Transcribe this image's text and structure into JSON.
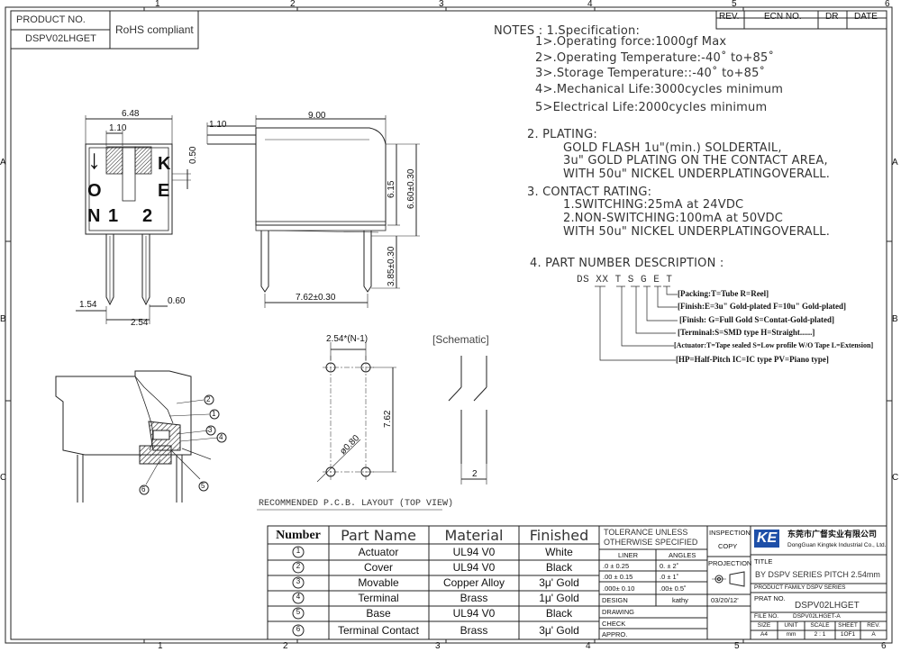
{
  "border": {
    "top_numbers": [
      "1",
      "2",
      "3",
      "4",
      "5",
      "6"
    ],
    "bottom_numbers": [
      "1",
      "2",
      "3",
      "4",
      "5",
      "6"
    ],
    "side_letters": [
      "A",
      "B",
      "C"
    ]
  },
  "title_block_top_left": {
    "product_label": "PRODUCT    NO.",
    "product_no": "DSPV02LHGET",
    "rohs": "RoHS compliant"
  },
  "revision_table": {
    "headers": [
      "REV.",
      "ECN NO.",
      "DR",
      "DATE"
    ]
  },
  "notes": {
    "header": "NOTES : 1.Specification:",
    "spec": [
      "1>.Operating force:1000gf Max",
      "2>.Operating Temperature:-40˚ to+85˚",
      "3>.Storage Temperature::-40˚ to+85˚",
      "4>.Mechanical Life:3000cycles minimum",
      "5>Electrical Life:2000cycles minimum"
    ],
    "plating_title": "2. PLATING:",
    "plating": [
      "GOLD FLASH 1u\"(min.) SOLDERTAIL,",
      "3u\" GOLD PLATING  ON THE CONTACT AREA,",
      "WITH 50u\" NICKEL UNDERPLATINGOVERALL."
    ],
    "contact_title": "3. CONTACT RATING:",
    "contact": [
      "1.SWITCHING:25mA at 24VDC",
      "2.NON-SWITCHING:100mA at 50VDC",
      "WITH 50u\" NICKEL UNDERPLATINGOVERALL."
    ],
    "part_number_title": "4. PART NUMBER DESCRIPTION :",
    "part_code": "DS XX  T  S G E T",
    "part_desc": [
      "[Packing:T=Tube R=Reel]",
      "[Finish:E=3u\" Gold-plated F=10u\" Gold-plated]",
      "[Finish: G=Full Gold S=Contat-Gold-plated]",
      "[Terminal:S=SMD type  H=Straight......]",
      "[Actuator:T=Tape sealed S=Low profile W/O Tape L=Extension]",
      "[HP=Half-Pitch IC=IC type PV=Piano type]"
    ]
  },
  "front_view": {
    "dims": [
      "6.48",
      "1.10",
      "0.50",
      "1.54",
      "0.60",
      "2.54"
    ],
    "markings": {
      "arrow": "↓",
      "o": "O",
      "n": "N",
      "k": "K",
      "e": "E",
      "num1": "1",
      "num2": "2"
    }
  },
  "side_view": {
    "dims": [
      "1.10",
      "9.00",
      "6.15",
      "6.60±0.30",
      "3.85±0.30",
      "7.62±0.30"
    ]
  },
  "pcb_layout": {
    "dims": [
      "2.54*(N-1)",
      "7.62",
      "ø0.80"
    ],
    "caption": "RECOMMENDED P.C.B. LAYOUT (TOP VIEW)"
  },
  "schematic": {
    "label": "[Schematic]",
    "dim": "2"
  },
  "section_view": {
    "callouts": [
      "2",
      "1",
      "3",
      "4",
      "6",
      "5"
    ]
  },
  "parts_table": {
    "headers": [
      "Number",
      "Part Name",
      "Material",
      "Finished"
    ],
    "rows": [
      {
        "num": "1",
        "name": "Actuator",
        "material": "UL94 V0",
        "finish": "White"
      },
      {
        "num": "2",
        "name": "Cover",
        "material": "UL94 V0",
        "finish": "Black"
      },
      {
        "num": "3",
        "name": "Movable",
        "material": "Copper Alloy",
        "finish": "3μ' Gold"
      },
      {
        "num": "4",
        "name": "Terminal",
        "material": "Brass",
        "finish": "1μ' Gold"
      },
      {
        "num": "5",
        "name": "Base",
        "material": "UL94 V0",
        "finish": "Black"
      },
      {
        "num": "6",
        "name": "Terminal Contact",
        "material": "Brass",
        "finish": "3μ' Gold"
      }
    ]
  },
  "tolerance_block": {
    "title1": "TOLERANCE  UNLESS",
    "title2": "OTHERWISE  SPECIFIED",
    "liner": "LINER",
    "angles": "ANGLES",
    "liner_rows": [
      ".0   ±   0.25",
      ".00  ±   0.15",
      ".000±   0.10"
    ],
    "angle_rows": [
      "0.  ±    2˚",
      ".0  ±    1˚",
      ".00±    0.5˚"
    ],
    "design": "DESIGN",
    "drawing": "DRAWING",
    "check": "CHECK",
    "appro": "APPRO.",
    "designer": "kathy",
    "date": "03/20/12'"
  },
  "inspection_block": {
    "inspection": "INSPECTION",
    "copy": "COPY",
    "projection": "PROJECTION"
  },
  "company_block": {
    "logo": "KE",
    "name_cn": "东莞市广督实业有限公司",
    "name_en": "DongGuan Kingtek Industrial Co., Ltd.",
    "title_label": "TITLE",
    "title": "BY DSPV SERIES PITCH 2.54mm",
    "family": "PRODUCT  FAMILY  DSPV  SERIES",
    "prat_label": "PRAT  NO.",
    "prat_no": "DSPV02LHGET",
    "file_label": "FILE  NO.",
    "file_no": "DSPV02LHGET-A",
    "size_headers": [
      "SIZE",
      "UNIT",
      "SCALE",
      "SHEET",
      "REV."
    ],
    "size_values": [
      "A4",
      "mm",
      "2 : 1",
      "1OF1",
      "A"
    ]
  },
  "colors": {
    "line": "#222222",
    "logo_blue": "#1e4fa8"
  }
}
